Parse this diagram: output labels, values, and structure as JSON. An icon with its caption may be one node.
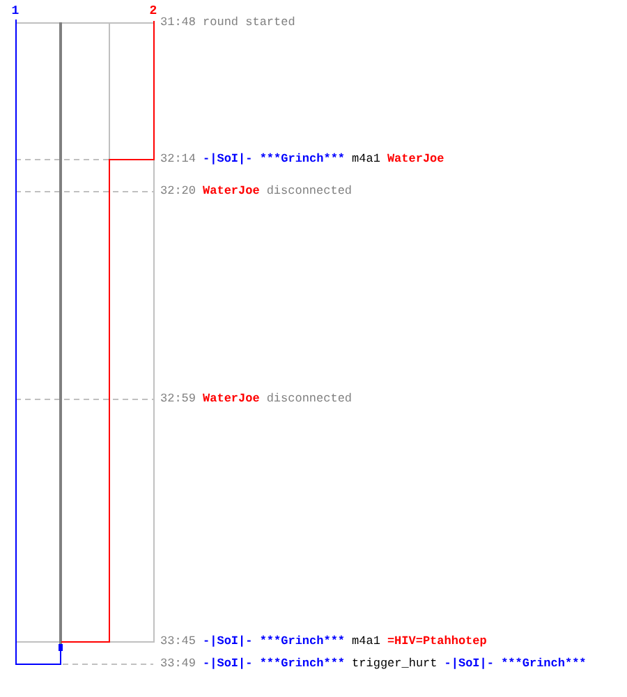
{
  "diagram": {
    "labels": [
      "1",
      "2",
      "31:48",
      "round started",
      "32:14",
      "-|SoI|- ***Grinch***",
      "m4a1",
      "WaterJoe",
      "32:20",
      "WaterJoe",
      "disconnected",
      "32:59",
      "WaterJoe",
      "disconnected",
      "33:45",
      "-|SoI|- ***Grinch***",
      "m4a1",
      "=HIV=Ptahhotep",
      "33:49",
      "-|SoI|- ***Grinch***",
      "trigger_hurt",
      "-|SoI|- ***Grinch***"
    ]
  }
}
